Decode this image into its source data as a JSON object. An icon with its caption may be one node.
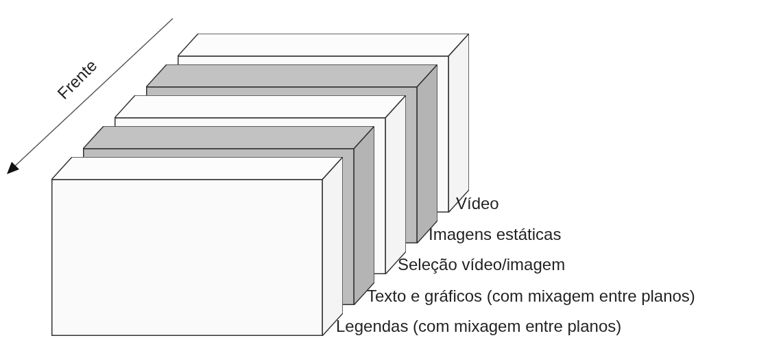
{
  "diagram": {
    "nodes": [
      {
        "text": [],
        "shape": "box",
        "beside": [
          "Legendas (com mixagem entre planos)"
        ]
      },
      {
        "text": [],
        "shape": "box",
        "beside": [
          "Texto e gráficos (com mixagem entre planos)"
        ]
      },
      {
        "text": [],
        "shape": "box",
        "beside": [
          "Seleção vídeo/imagem"
        ]
      },
      {
        "text": [],
        "shape": "box",
        "beside": [
          "Imagens estáticas"
        ]
      },
      {
        "text": [],
        "shape": "box",
        "beside": [
          "Vídeo"
        ]
      }
    ],
    "labels": [
      "Frente"
    ]
  }
}
